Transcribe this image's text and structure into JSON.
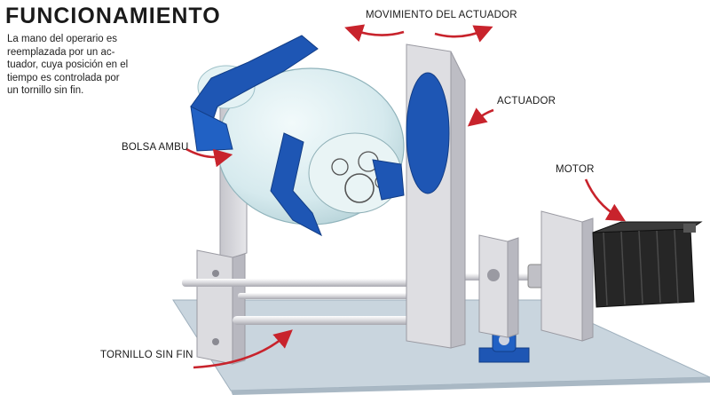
{
  "title": "FUNCIONAMIENTO",
  "description": [
    "La mano del operario es",
    "reemplazada por un ac-",
    "tuador, cuya posición en el",
    "tiempo es controlada por",
    "un tornillo sin fin."
  ],
  "labels": {
    "movement": "MOVIMIENTO DEL ACTUADOR",
    "actuator": "ACTUADOR",
    "bag": "BOLSA AMBU",
    "motor": "MOTOR",
    "screw": "TORNILLO SIN FIN"
  },
  "colors": {
    "arrow": "#c8232c",
    "holder_blue": "#1e56b4",
    "bag": "#d8ecef",
    "frame": "#d4d4d8",
    "base": "#c9d5de",
    "motor": "#262626"
  }
}
